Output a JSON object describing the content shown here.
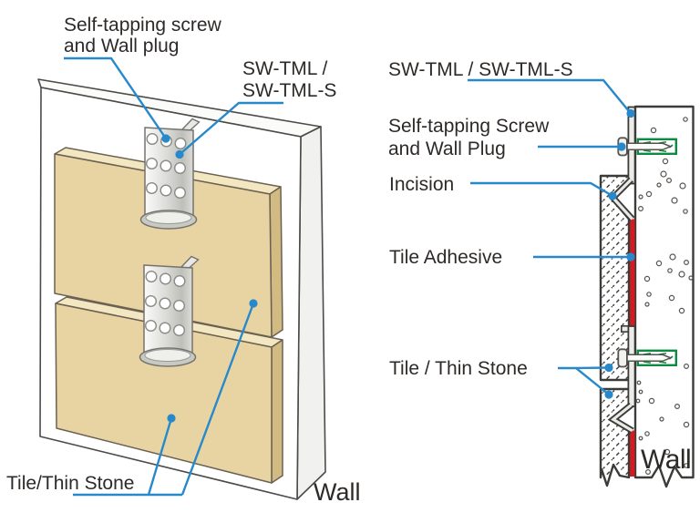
{
  "document": {
    "kind": "tile-mounting-bracket installation diagram",
    "product": "SW-TML / SW-TML-S"
  },
  "left_view": {
    "name": "3d-isometric-view",
    "labels": {
      "screw_plug_line1": "Self-tapping screw",
      "screw_plug_line2": "and Wall plug",
      "bracket_line1": "SW-TML /",
      "bracket_line2": "SW-TML-S",
      "tile": "Tile/Thin Stone",
      "wall": "Wall"
    }
  },
  "right_view": {
    "name": "cross-section-view",
    "labels": {
      "bracket": "SW-TML / SW-TML-S",
      "screw_plug_line1": "Self-tapping Screw",
      "screw_plug_line2": "and Wall Plug",
      "incision": "Incision",
      "adhesive": "Tile Adhesive",
      "tile": "Tile / Thin Stone",
      "wall": "Wall"
    }
  },
  "colors": {
    "leader_blue": "#2789CB",
    "adhesive_red": "#D31A21",
    "plug_green": "#0E8A41",
    "tile_tan_front": "#E8D4A2",
    "tile_tan_top": "#F3E7C1",
    "tile_tan_side": "#D2BB82",
    "outline_dark": "#3B3B39",
    "text": "#2D2A28"
  }
}
